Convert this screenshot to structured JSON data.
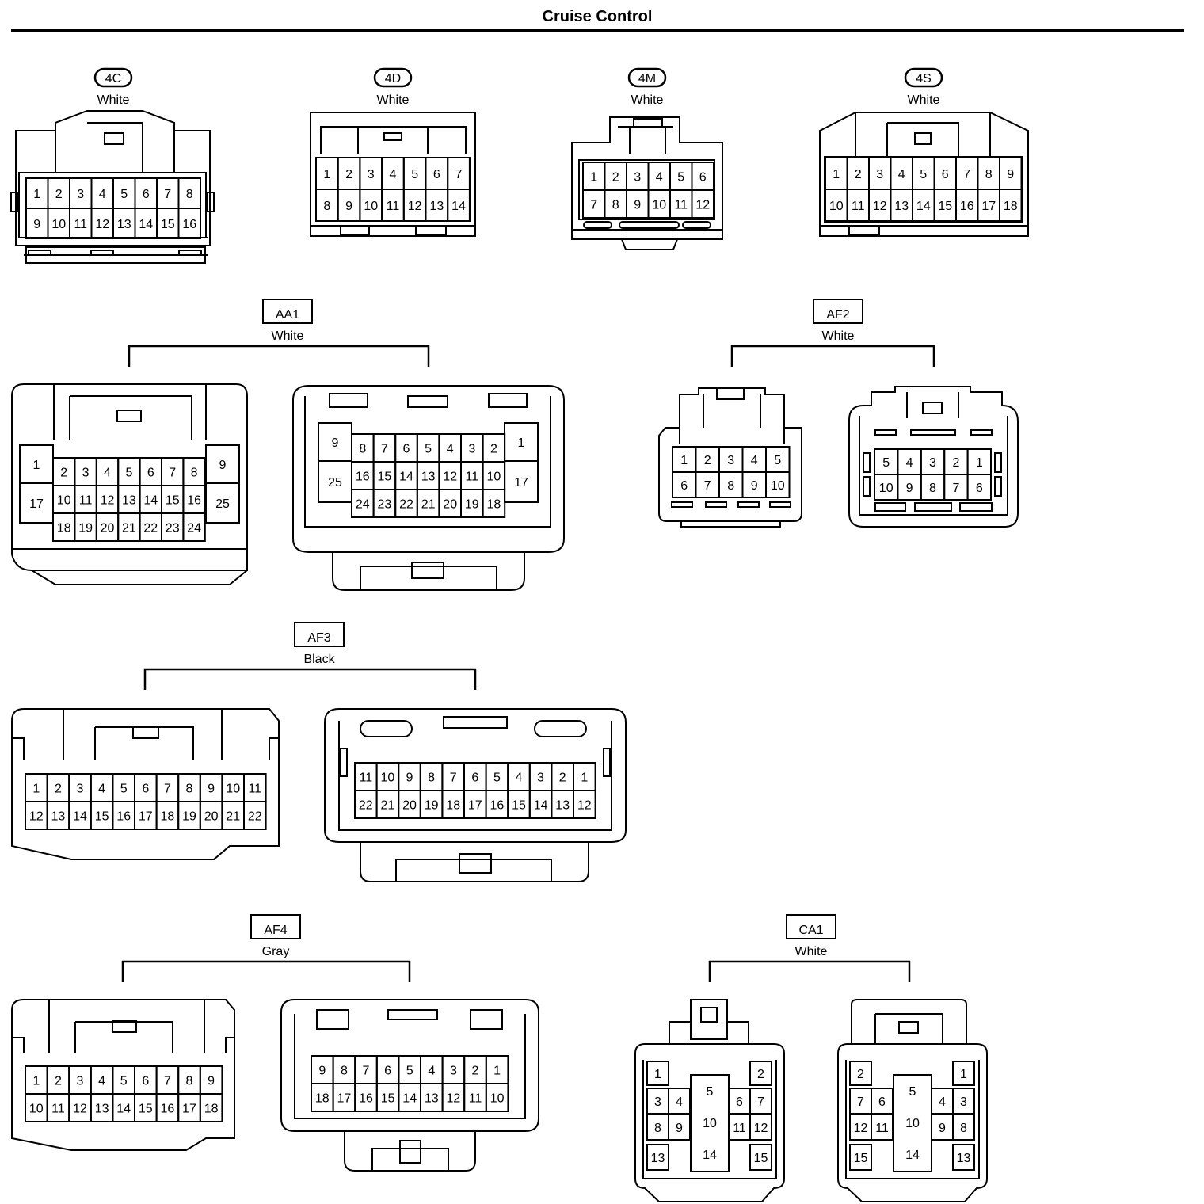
{
  "title": "Cruise Control",
  "connectors": [
    {
      "id": "4C",
      "color": "White",
      "tag_style": "pill",
      "views": [
        {
          "rows": [
            [
              "1",
              "2",
              "3",
              "4",
              "5",
              "6",
              "7",
              "8"
            ],
            [
              "9",
              "10",
              "11",
              "12",
              "13",
              "14",
              "15",
              "16"
            ]
          ]
        }
      ]
    },
    {
      "id": "4D",
      "color": "White",
      "tag_style": "pill",
      "views": [
        {
          "rows": [
            [
              "1",
              "2",
              "3",
              "4",
              "5",
              "6",
              "7"
            ],
            [
              "8",
              "9",
              "10",
              "11",
              "12",
              "13",
              "14"
            ]
          ]
        }
      ]
    },
    {
      "id": "4M",
      "color": "White",
      "tag_style": "pill",
      "views": [
        {
          "rows": [
            [
              "1",
              "2",
              "3",
              "4",
              "5",
              "6"
            ],
            [
              "7",
              "8",
              "9",
              "10",
              "11",
              "12"
            ]
          ]
        }
      ]
    },
    {
      "id": "4S",
      "color": "White",
      "tag_style": "pill",
      "views": [
        {
          "rows": [
            [
              "1",
              "2",
              "3",
              "4",
              "5",
              "6",
              "7",
              "8",
              "9"
            ],
            [
              "10",
              "11",
              "12",
              "13",
              "14",
              "15",
              "16",
              "17",
              "18"
            ]
          ]
        }
      ]
    },
    {
      "id": "AA1",
      "color": "White",
      "tag_style": "box",
      "views": [
        {
          "rows": [
            [
              "1",
              "2",
              "3",
              "4",
              "5",
              "6",
              "7",
              "8",
              "9"
            ],
            [
              "17",
              "10",
              "11",
              "12",
              "13",
              "14",
              "15",
              "16",
              "25"
            ],
            [
              "18",
              "19",
              "20",
              "21",
              "22",
              "23",
              "24"
            ]
          ]
        },
        {
          "rows": [
            [
              "9",
              "8",
              "7",
              "6",
              "5",
              "4",
              "3",
              "2",
              "1"
            ],
            [
              "25",
              "16",
              "15",
              "14",
              "13",
              "12",
              "11",
              "10",
              "17"
            ],
            [
              "24",
              "23",
              "22",
              "21",
              "20",
              "19",
              "18"
            ]
          ]
        }
      ]
    },
    {
      "id": "AF2",
      "color": "White",
      "tag_style": "box",
      "views": [
        {
          "rows": [
            [
              "1",
              "2",
              "3",
              "4",
              "5"
            ],
            [
              "6",
              "7",
              "8",
              "9",
              "10"
            ]
          ]
        },
        {
          "rows": [
            [
              "5",
              "4",
              "3",
              "2",
              "1"
            ],
            [
              "10",
              "9",
              "8",
              "7",
              "6"
            ]
          ]
        }
      ]
    },
    {
      "id": "AF3",
      "color": "Black",
      "tag_style": "box",
      "views": [
        {
          "rows": [
            [
              "1",
              "2",
              "3",
              "4",
              "5",
              "6",
              "7",
              "8",
              "9",
              "10",
              "11"
            ],
            [
              "12",
              "13",
              "14",
              "15",
              "16",
              "17",
              "18",
              "19",
              "20",
              "21",
              "22"
            ]
          ]
        },
        {
          "rows": [
            [
              "11",
              "10",
              "9",
              "8",
              "7",
              "6",
              "5",
              "4",
              "3",
              "2",
              "1"
            ],
            [
              "22",
              "21",
              "20",
              "19",
              "18",
              "17",
              "16",
              "15",
              "14",
              "13",
              "12"
            ]
          ]
        }
      ]
    },
    {
      "id": "AF4",
      "color": "Gray",
      "tag_style": "box",
      "views": [
        {
          "rows": [
            [
              "1",
              "2",
              "3",
              "4",
              "5",
              "6",
              "7",
              "8",
              "9"
            ],
            [
              "10",
              "11",
              "12",
              "13",
              "14",
              "15",
              "16",
              "17",
              "18"
            ]
          ]
        },
        {
          "rows": [
            [
              "9",
              "8",
              "7",
              "6",
              "5",
              "4",
              "3",
              "2",
              "1"
            ],
            [
              "18",
              "17",
              "16",
              "15",
              "14",
              "13",
              "12",
              "11",
              "10"
            ]
          ]
        }
      ]
    },
    {
      "id": "CA1",
      "color": "White",
      "tag_style": "box",
      "views": [
        {
          "rows": [
            [
              "1",
              "5",
              "2"
            ],
            [
              "3",
              "4",
              "10",
              "6",
              "7"
            ],
            [
              "8",
              "9",
              "11",
              "12"
            ],
            [
              "13",
              "14",
              "15"
            ]
          ]
        },
        {
          "rows": [
            [
              "2",
              "5",
              "1"
            ],
            [
              "7",
              "6",
              "10",
              "4",
              "3"
            ],
            [
              "12",
              "11",
              "9",
              "8"
            ],
            [
              "15",
              "14",
              "13"
            ]
          ]
        }
      ]
    }
  ]
}
